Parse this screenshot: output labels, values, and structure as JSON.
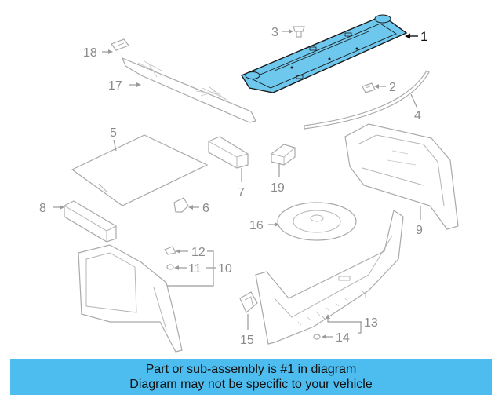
{
  "diagram": {
    "highlight_color": "#6ec8ee",
    "callouts": {
      "c1": "1",
      "c2": "2",
      "c3": "3",
      "c4": "4",
      "c5": "5",
      "c6": "6",
      "c7": "7",
      "c8": "8",
      "c9": "9",
      "c10": "10",
      "c11": "11",
      "c12": "12",
      "c13": "13",
      "c14": "14",
      "c15": "15",
      "c16": "16",
      "c17": "17",
      "c18": "18",
      "c19": "19"
    }
  },
  "banner": {
    "line1": "Part or sub-assembly is #1 in diagram",
    "line2": "Diagram may not be specific to your vehicle",
    "color": "#4dbdf0"
  }
}
